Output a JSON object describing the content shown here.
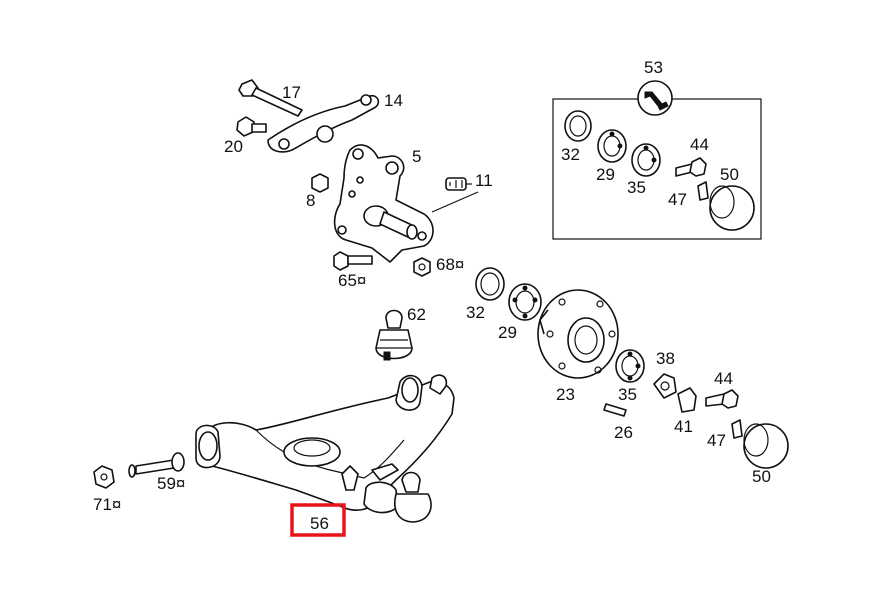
{
  "labels": {
    "p17": "17",
    "p14": "14",
    "p20": "20",
    "p5": "5",
    "p11": "11",
    "p8": "8",
    "p53": "53",
    "p32a": "32",
    "p29a": "29",
    "p35a": "35",
    "p44a": "44",
    "p50a": "50",
    "p47a": "47",
    "p68": "68¤",
    "p65": "65¤",
    "p62": "62",
    "p32b": "32",
    "p29b": "29",
    "p23": "23",
    "p35b": "35",
    "p38": "38",
    "p44b": "44",
    "p41": "41",
    "p26": "26",
    "p47b": "47",
    "p50b": "50",
    "p71": "71¤",
    "p59": "59¤",
    "p56": "56"
  },
  "highlight": {
    "color": "#e8121b",
    "label": "56"
  }
}
